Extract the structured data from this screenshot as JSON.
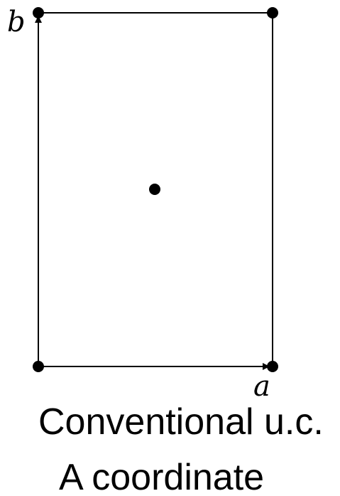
{
  "diagram": {
    "axis_a_label": "a",
    "axis_b_label": "b",
    "caption_line1": "Conventional u.c.",
    "caption_line2": "A coordinate",
    "colors": {
      "stroke": "#000000",
      "background": "#ffffff"
    }
  }
}
